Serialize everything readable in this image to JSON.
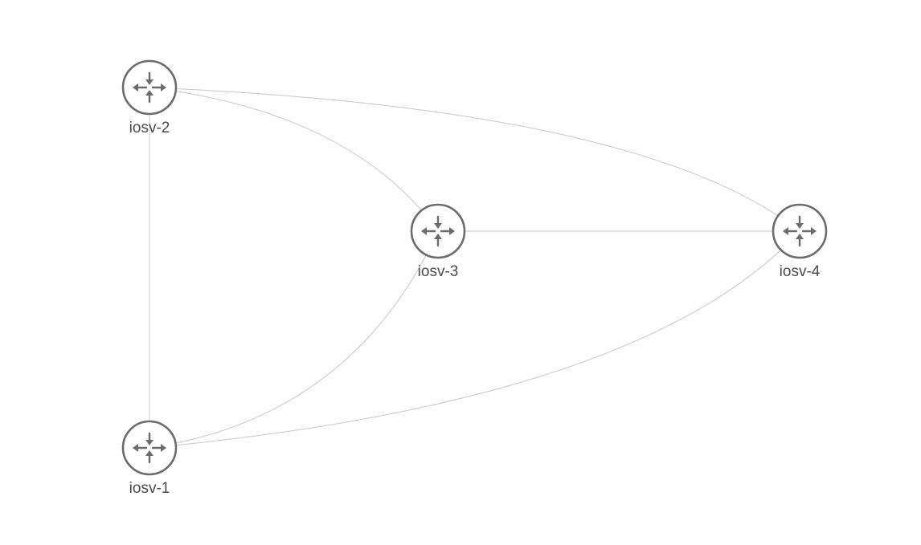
{
  "topology": {
    "nodes": [
      {
        "id": "n2",
        "label": "iosv-2",
        "icon": "router-icon"
      },
      {
        "id": "n3",
        "label": "iosv-3",
        "icon": "router-icon"
      },
      {
        "id": "n4",
        "label": "iosv-4",
        "icon": "router-icon"
      },
      {
        "id": "n1",
        "label": "iosv-1",
        "icon": "router-icon"
      }
    ],
    "links": [
      {
        "from": "iosv-2",
        "to": "iosv-1"
      },
      {
        "from": "iosv-2",
        "to": "iosv-3"
      },
      {
        "from": "iosv-2",
        "to": "iosv-4"
      },
      {
        "from": "iosv-3",
        "to": "iosv-4"
      },
      {
        "from": "iosv-1",
        "to": "iosv-3"
      },
      {
        "from": "iosv-1",
        "to": "iosv-4"
      }
    ],
    "colors": {
      "node_stroke": "#6b6b70",
      "link_stroke": "#c8c8c8",
      "label_text": "#4a4a4f",
      "background": "#ffffff"
    }
  }
}
